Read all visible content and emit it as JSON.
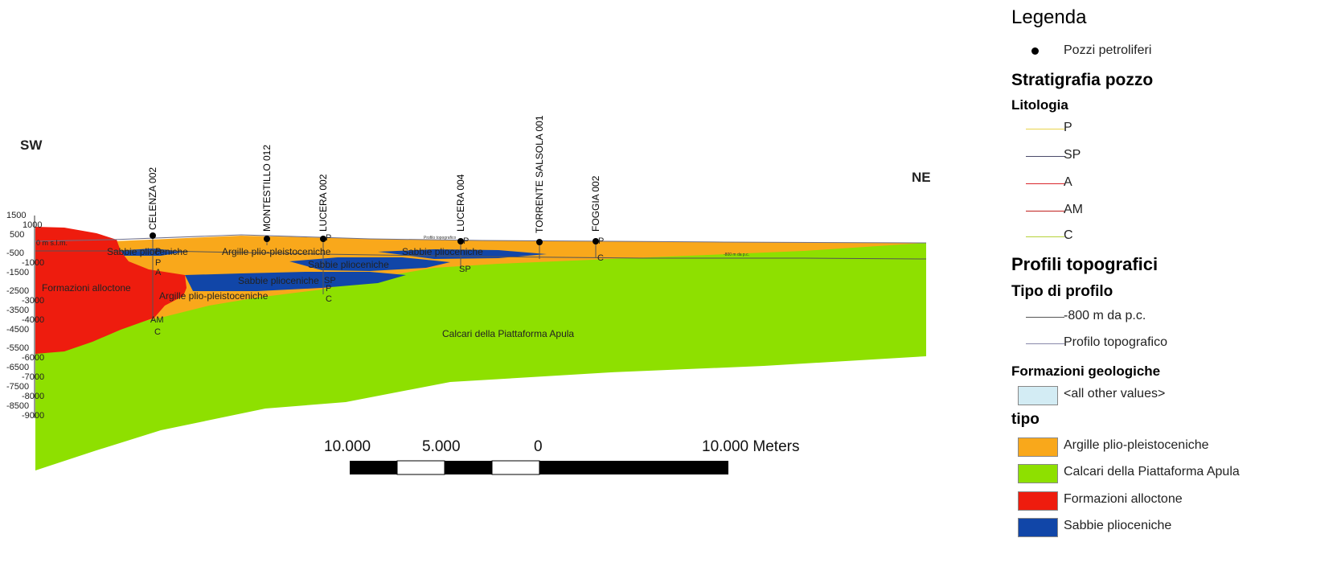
{
  "section": {
    "sw_label": "SW",
    "ne_label": "NE",
    "depth_ticks": [
      "1500",
      "1000",
      "500",
      "0 m s.l.m.",
      "-500",
      "-1000",
      "-1500",
      "-2500",
      "-3000",
      "-3500",
      "-4000",
      "-4500",
      "-5500",
      "-6000",
      "-6500",
      "-7000",
      "-7500",
      "-8000",
      "-8500",
      "-9000"
    ],
    "wells": [
      {
        "name": "CELENZA 002",
        "codes": [
          "P",
          "P",
          "A",
          "AM",
          "C"
        ]
      },
      {
        "name": "MONTESTILLO 012",
        "codes": []
      },
      {
        "name": "LUCERA 002",
        "codes": [
          "P",
          "SP",
          "P",
          "C"
        ]
      },
      {
        "name": "LUCERA 004",
        "codes": [
          "P",
          "SP"
        ]
      },
      {
        "name": "TORRENTE SALSOLA 001",
        "codes": []
      },
      {
        "name": "FOGGIA 002",
        "codes": [
          "P",
          "C"
        ]
      }
    ],
    "formation_labels": {
      "sabbie_1": "Sabbie plioceniche",
      "argille_1": "Argille plio-pleistoceniche",
      "sabbie_2": "Sabbie plioceniche",
      "sabbie_3": "Sabbie plioceniche",
      "sabbie_4": "Sabbie plioceniche",
      "argille_2": "Argille plio-pleistoceniche",
      "alloctone": "Formazioni alloctone",
      "calcari": "Calcari della Piattaforma Apula"
    },
    "profile_label": "Profilo topografico",
    "line800_label": "-800 m da p.c.",
    "scale": {
      "labels": [
        "10.000",
        "5.000",
        "0",
        "10.000 Meters"
      ]
    },
    "colors": {
      "argille": "#f9a81b",
      "calcari": "#8ee000",
      "alloctone": "#ee1c0e",
      "sabbie": "#1146a8"
    }
  },
  "legend": {
    "title": "Legenda",
    "well_item": "Pozzi petroliferi",
    "strat_head": "Stratigrafia pozzo",
    "lito_head": "Litologia",
    "lito_items": [
      {
        "label": "P",
        "color": "#e8d44d"
      },
      {
        "label": "SP",
        "color": "#4a4a6a"
      },
      {
        "label": "A",
        "color": "#d9262c"
      },
      {
        "label": "AM",
        "color": "#c0201d"
      },
      {
        "label": "C",
        "color": "#b6d23a"
      }
    ],
    "prof_head": "Profili topografici",
    "tipo_prof_head": "Tipo di profilo",
    "prof_items": [
      {
        "label": "-800 m da p.c.",
        "color": "#555555"
      },
      {
        "label": "Profilo topografico",
        "color": "#8888aa"
      }
    ],
    "form_head": "Formazioni geologiche",
    "other_values": "<all other values>",
    "other_color": "#d3ecf4",
    "tipo_head": "tipo",
    "tipo_items": [
      {
        "label": "Argille plio-pleistoceniche",
        "color": "#f9a81b"
      },
      {
        "label": "Calcari della Piattaforma Apula",
        "color": "#8ee000"
      },
      {
        "label": "Formazioni alloctone",
        "color": "#ee1c0e"
      },
      {
        "label": "Sabbie plioceniche",
        "color": "#1146a8"
      }
    ]
  }
}
